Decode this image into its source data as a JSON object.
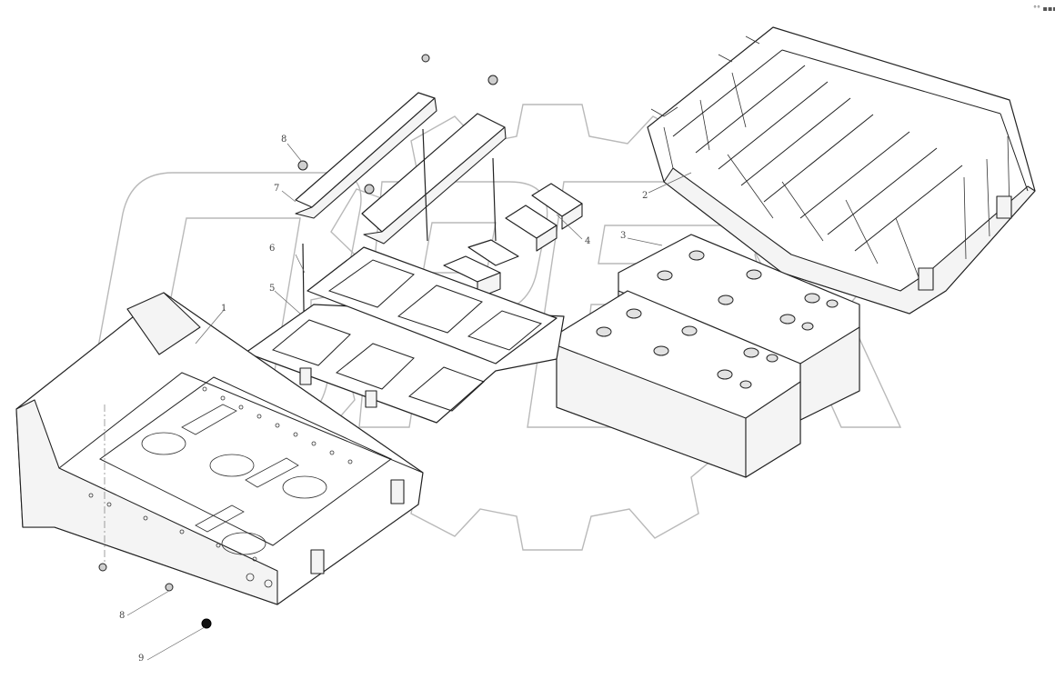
{
  "corner_mark": "°° ▪▪▪",
  "watermark": "OPEX",
  "callouts": [
    {
      "id": "1",
      "label": "1"
    },
    {
      "id": "2",
      "label": "2"
    },
    {
      "id": "3",
      "label": "3"
    },
    {
      "id": "4",
      "label": "4"
    },
    {
      "id": "5",
      "label": "5"
    },
    {
      "id": "6",
      "label": "6"
    },
    {
      "id": "7",
      "label": "7"
    },
    {
      "id": "8a",
      "label": "8"
    },
    {
      "id": "8b",
      "label": "8"
    },
    {
      "id": "9",
      "label": "9"
    }
  ]
}
